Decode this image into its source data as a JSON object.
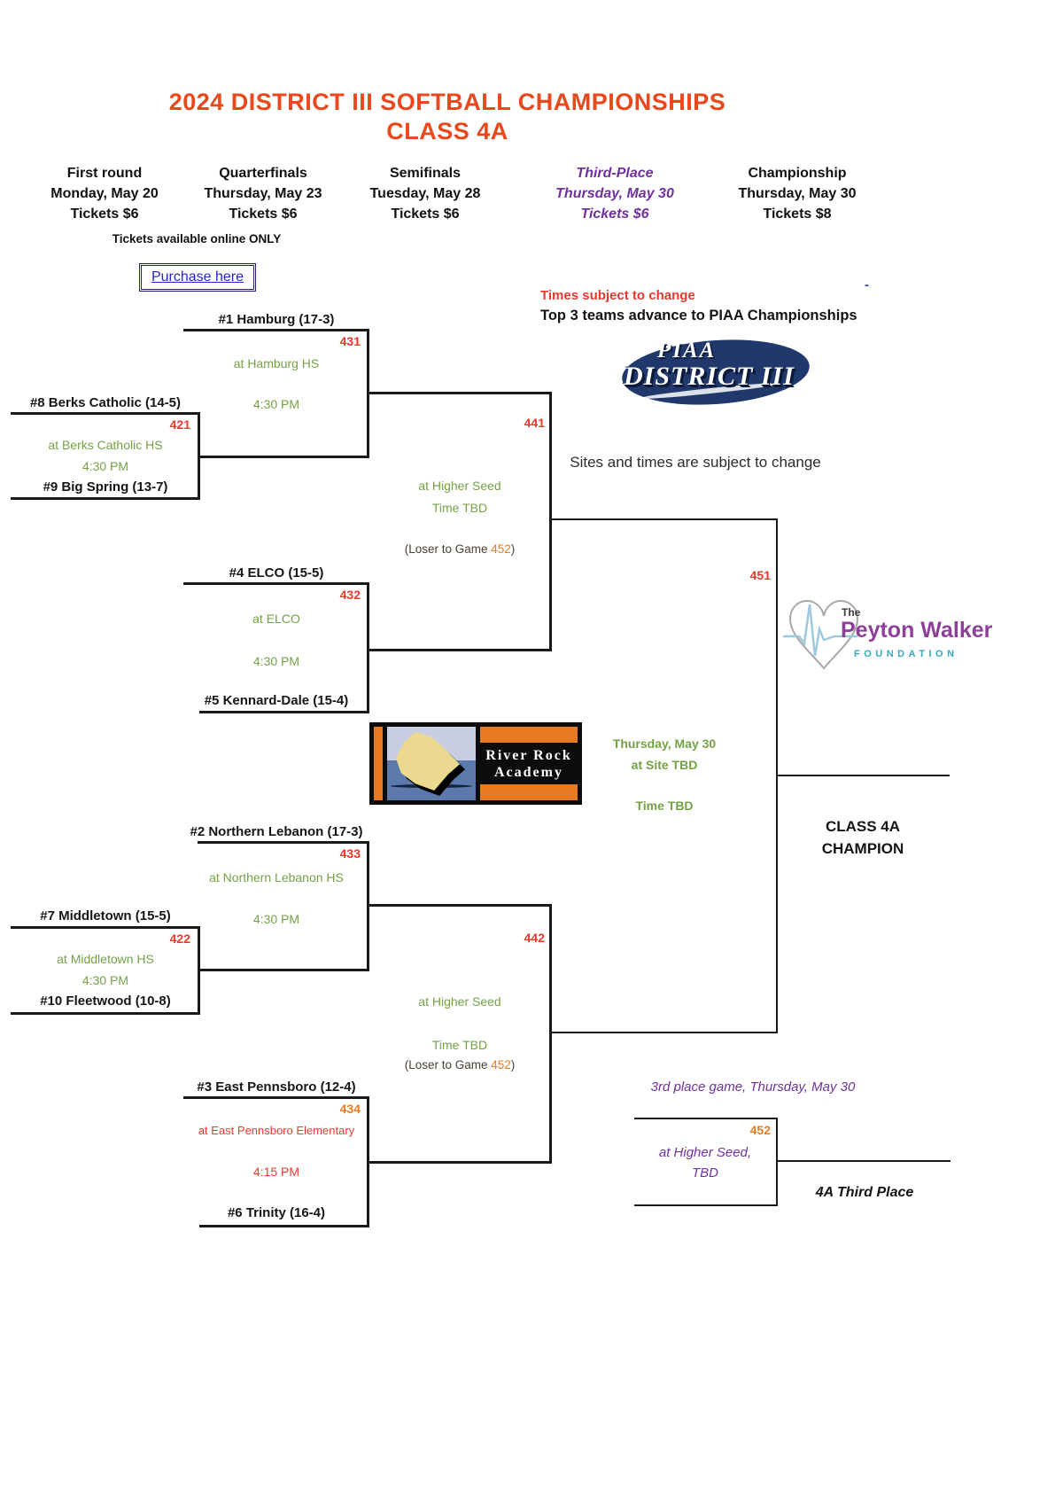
{
  "header": {
    "title1": "2024 DISTRICT III SOFTBALL CHAMPIONSHIPS",
    "title2": "CLASS 4A",
    "rounds": [
      {
        "name": "First round",
        "date": "Monday, May 20",
        "tickets": "Tickets $6"
      },
      {
        "name": "Quarterfinals",
        "date": "Thursday, May 23",
        "tickets": "Tickets $6"
      },
      {
        "name": "Semifinals",
        "date": "Tuesday, May 28",
        "tickets": "Tickets $6"
      },
      {
        "name": "Third-Place",
        "date": "Thursday, May 30",
        "tickets": "Tickets $6"
      },
      {
        "name": "Championship",
        "date": "Thursday, May 30",
        "tickets": "Tickets $8"
      }
    ],
    "tickets_note": "Tickets available online ONLY",
    "purchase_link": "Purchase here",
    "dash": "-"
  },
  "notices": {
    "times_subject": "Times subject to change",
    "advance": "Top 3 teams advance to PIAA Championships",
    "sites_times": "Sites and times are subject to change",
    "third_place_game": "3rd place game, Thursday, May 30"
  },
  "logos": {
    "piaa": {
      "top": "PIAA",
      "bottom": "DISTRICT III"
    },
    "river_rock": {
      "line1": "River Rock",
      "line2": "Academy"
    },
    "peyton": {
      "the": "The",
      "name": "Peyton Walker",
      "foundation": "FOUNDATION"
    }
  },
  "bracket": {
    "g421": {
      "number": "421",
      "top_team": "#8 Berks Catholic (14-5)",
      "venue": "at Berks Catholic HS",
      "time": "4:30 PM",
      "bottom_team": "#9 Big Spring (13-7)"
    },
    "g422": {
      "number": "422",
      "top_team": "#7 Middletown (15-5)",
      "venue": "at Middletown HS",
      "time": "4:30 PM",
      "bottom_team": "#10 Fleetwood (10-8)"
    },
    "g431": {
      "number": "431",
      "top_team": "#1 Hamburg (17-3)",
      "venue": "at Hamburg HS",
      "time": "4:30 PM"
    },
    "g432": {
      "number": "432",
      "top_team": "#4 ELCO (15-5)",
      "venue": "at ELCO",
      "time": "4:30 PM",
      "bottom_team": "#5 Kennard-Dale (15-4)"
    },
    "g433": {
      "number": "433",
      "top_team": "#2 Northern Lebanon (17-3)",
      "venue": "at Northern Lebanon HS",
      "time": "4:30 PM"
    },
    "g434": {
      "number": "434",
      "top_team": "#3 East Pennsboro (12-4)",
      "venue": "at East Pennsboro Elementary",
      "time": "4:15 PM",
      "bottom_team": "#6 Trinity (16-4)"
    },
    "g441": {
      "number": "441",
      "venue": "at Higher Seed",
      "time": "Time TBD",
      "loser_pre": "(Loser to Game ",
      "loser_num": "452",
      "loser_post": ")"
    },
    "g442": {
      "number": "442",
      "venue": "at Higher Seed",
      "time": "Time TBD",
      "loser_pre": "(Loser to Game ",
      "loser_num": "452",
      "loser_post": ")"
    },
    "g451": {
      "number": "451",
      "date": "Thursday, May 30",
      "venue": "at Site TBD",
      "time": "Time TBD",
      "champion1": "CLASS 4A",
      "champion2": "CHAMPION"
    },
    "g452": {
      "number": "452",
      "venue": "at Higher Seed,",
      "time": "TBD",
      "result": "4A Third Place"
    }
  },
  "colors": {
    "accent_red": "#e8481c",
    "game_number_red": "#e5372b",
    "game_number_orange": "#e87a22",
    "green": "#73a244",
    "purple": "#7030a0",
    "link_blue": "#2526c9",
    "navy": "#20386b"
  }
}
